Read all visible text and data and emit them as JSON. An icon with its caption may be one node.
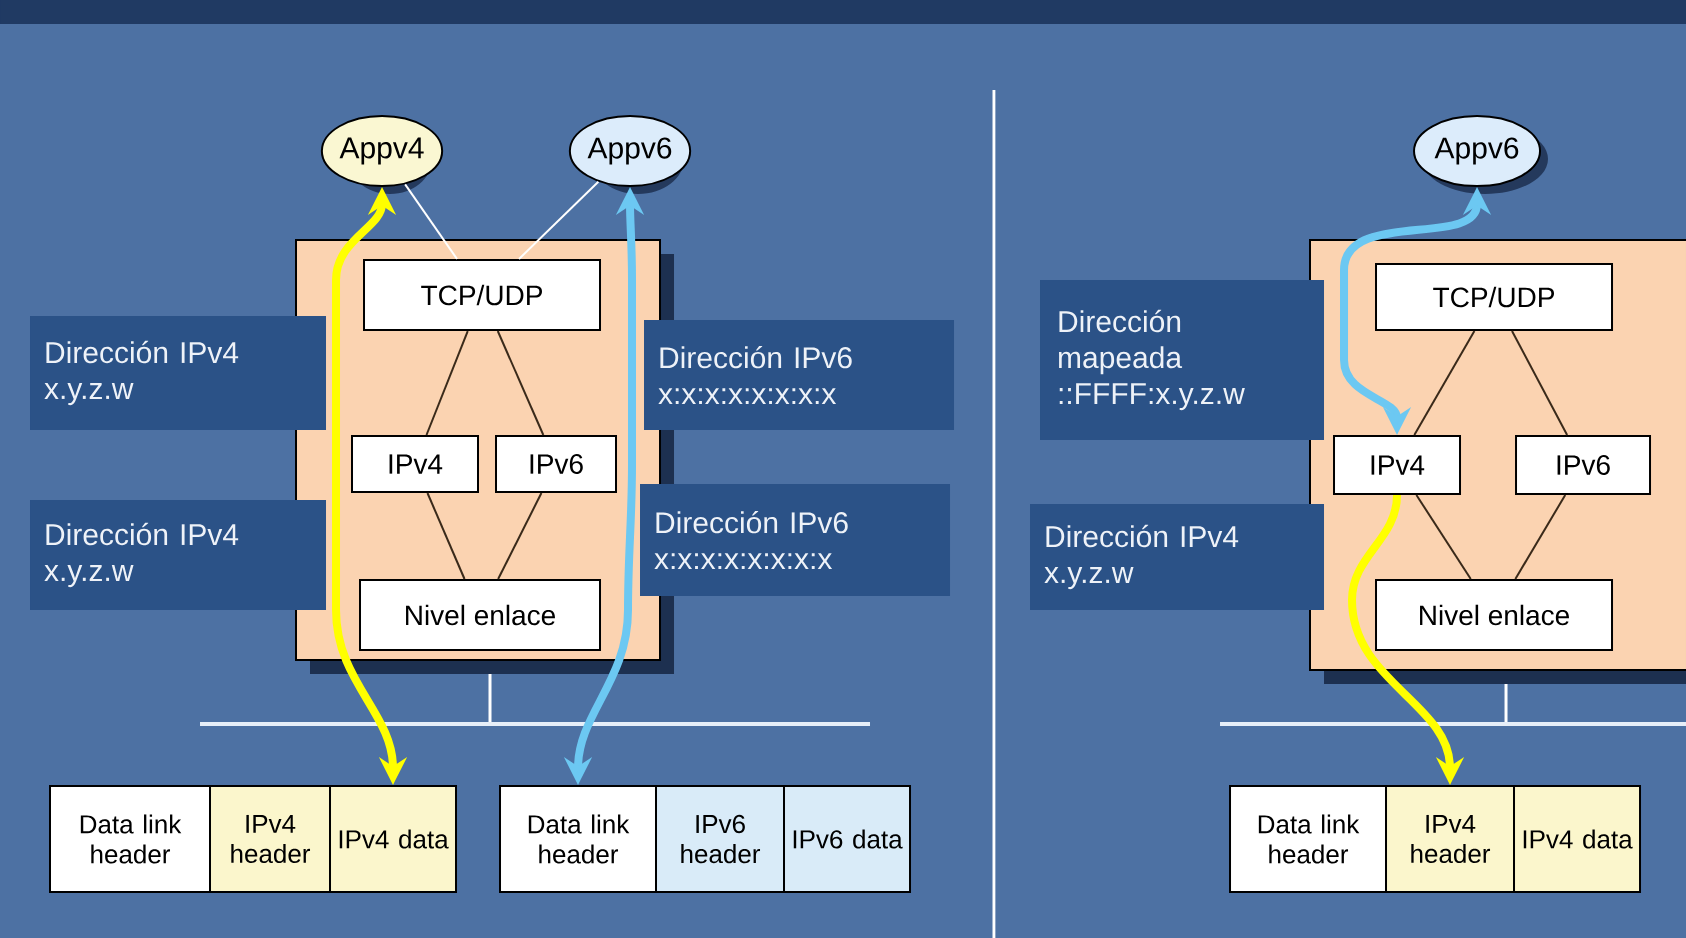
{
  "diagram": {
    "nodes": [
      {
        "text": [
          "Appv4"
        ]
      },
      {
        "text": [
          "Appv6"
        ]
      },
      {
        "text": [],
        "shape": "box"
      },
      {
        "text": [
          "TCP/UDP"
        ],
        "in": 2
      },
      {
        "text": [
          "IPv4"
        ],
        "in": 2
      },
      {
        "text": [
          "IPv6"
        ],
        "in": 2
      },
      {
        "text": [
          "Nivel enlace"
        ],
        "in": 2
      },
      {
        "text": [
          "Data link header"
        ]
      },
      {
        "text": [
          "IPv4 header"
        ]
      },
      {
        "text": [
          "IPv4 data"
        ]
      },
      {
        "text": [
          "Data link header"
        ]
      },
      {
        "text": [
          "IPv6 header"
        ]
      },
      {
        "text": [
          "IPv6 data"
        ]
      },
      {
        "text": [
          "Dirección IPv4 x.y.z.w"
        ]
      },
      {
        "text": [
          "Dirección IPv6 x:x:x:x:x:x:x:x"
        ]
      },
      {
        "text": [
          "Dirección IPv4 x.y.z.w"
        ]
      },
      {
        "text": [
          "Dirección IPv6 x:x:x:x:x:x:x:x"
        ]
      },
      {
        "text": [
          "Appv6"
        ]
      },
      {
        "text": [],
        "shape": "box"
      },
      {
        "text": [
          "TCP/UDP"
        ],
        "in": 18
      },
      {
        "text": [
          "IPv4"
        ],
        "in": 18
      },
      {
        "text": [
          "IPv6"
        ],
        "in": 18
      },
      {
        "text": [
          "Nivel enlace"
        ],
        "in": 18
      },
      {
        "text": [
          "Data link header"
        ]
      },
      {
        "text": [
          "IPv4 header"
        ]
      },
      {
        "text": [
          "IPv4 data"
        ]
      },
      {
        "text": [
          "Dirección mapeada ::FFFF:x.y.z.w"
        ]
      },
      {
        "text": [
          "Dirección IPv4 x.y.z.w"
        ]
      }
    ],
    "edges": [
      {
        "from": 0,
        "to": 3,
        "arrow": "none",
        "color": "#ffffff"
      },
      {
        "from": 1,
        "to": 3,
        "arrow": "none",
        "color": "#ffffff"
      },
      {
        "from": 3,
        "to": 4,
        "arrow": "none"
      },
      {
        "from": 3,
        "to": 5,
        "arrow": "none"
      },
      {
        "from": 4,
        "to": 6,
        "arrow": "none"
      },
      {
        "from": 5,
        "to": 6,
        "arrow": "none"
      },
      {
        "from": 0,
        "to": 9,
        "arrow": "both",
        "style": "thick",
        "color": "#ffff00"
      },
      {
        "from": 1,
        "to": 10,
        "arrow": "both",
        "style": "thick",
        "color": "#6cc8f2"
      },
      {
        "from": 19,
        "to": 20,
        "arrow": "none"
      },
      {
        "from": 19,
        "to": 21,
        "arrow": "none"
      },
      {
        "from": 20,
        "to": 22,
        "arrow": "none"
      },
      {
        "from": 21,
        "to": 22,
        "arrow": "none"
      },
      {
        "from": 17,
        "to": 20,
        "arrow": "both",
        "style": "thick",
        "color": "#6cc8f2"
      },
      {
        "from": 20,
        "to": 24,
        "arrow": "to",
        "style": "thick",
        "color": "#ffff00"
      }
    ]
  }
}
